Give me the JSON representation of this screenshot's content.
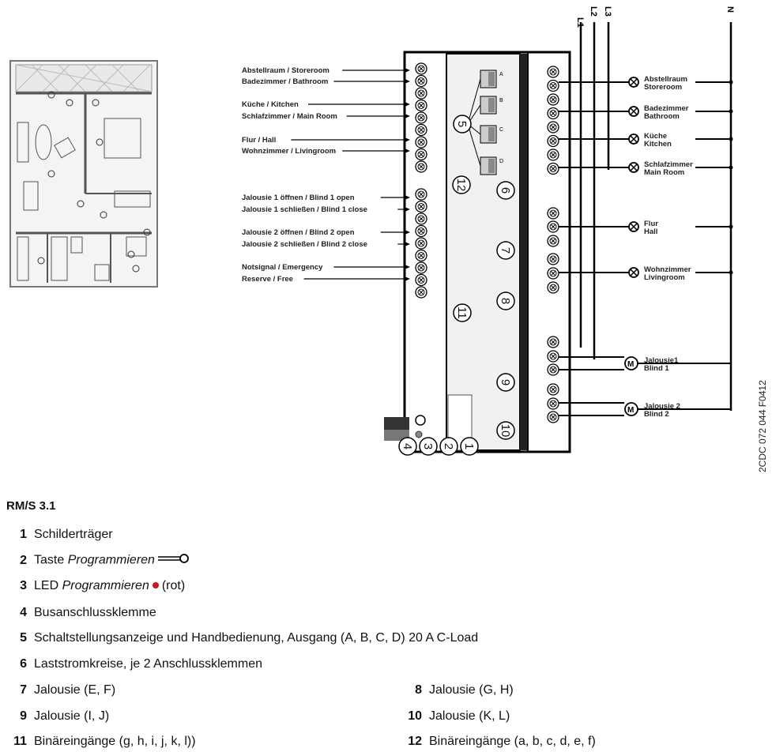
{
  "diagram": {
    "phases": [
      "L1",
      "L2",
      "L3",
      "N"
    ],
    "inputs_left": [
      "Abstellraum / Storeroom",
      "Badezimmer / Bathroom",
      "Küche / Kitchen",
      "Schlafzimmer / Main Room",
      "Flur / Hall",
      "Wohnzimmer / Livingroom",
      "Jalousie 1 öffnen / Blind 1 open",
      "Jalousie 1 schließen / Blind 1 close",
      "Jalousie 2 öffnen / Blind 2 open",
      "Jalousie 2 schließen / Blind 2 close",
      "Notsignal / Emergency",
      "Reserve / Free"
    ],
    "loads_right": [
      {
        "de": "Abstellraum",
        "en": "Storeroom"
      },
      {
        "de": "Badezimmer",
        "en": "Bathroom"
      },
      {
        "de": "Küche",
        "en": "Kitchen"
      },
      {
        "de": "Schlafzimmer",
        "en": "Main Room"
      },
      {
        "de": "Flur",
        "en": "Hall"
      },
      {
        "de": "Wohnzimmer",
        "en": "Livingroom"
      }
    ],
    "motors_right": [
      {
        "de": "Jalousie1",
        "en": "Blind 1"
      },
      {
        "de": "Jalousie 2",
        "en": "Blind 2"
      }
    ],
    "channels": [
      "A",
      "B",
      "C",
      "D"
    ],
    "callouts": [
      "1",
      "2",
      "3",
      "4",
      "5",
      "6",
      "7",
      "8",
      "9",
      "10",
      "11",
      "12"
    ],
    "doc_code": "2CDC 072 044 F0412"
  },
  "legend": {
    "title": "RM/S 3.1",
    "items": [
      {
        "n": "1",
        "text": "Schilderträger"
      },
      {
        "n": "2",
        "text": "Taste ",
        "em": "Programmieren"
      },
      {
        "n": "3",
        "text": "LED ",
        "em": "Programmieren",
        "after": "(rot)"
      },
      {
        "n": "4",
        "text": "Busanschlussklemme"
      },
      {
        "n": "5",
        "text": "Schaltstellungsanzeige und Handbedienung, Ausgang (A, B, C, D) 20 A C-Load"
      },
      {
        "n": "6",
        "text": "Laststromkreise, je 2 Anschlussklemmen"
      },
      {
        "n": "7",
        "text": "Jalousie (E, F)"
      },
      {
        "n": "8",
        "text": "Jalousie (G, H)"
      },
      {
        "n": "9",
        "text": "Jalousie (I, J)"
      },
      {
        "n": "10",
        "text": "Jalousie (K, L)"
      },
      {
        "n": "11",
        "text": "Binäreingänge (g, h, i, j, k, l))"
      },
      {
        "n": "12",
        "text": "Binäreingänge (a, b, c, d, e, f)"
      }
    ],
    "led_color": "#d0141e"
  }
}
